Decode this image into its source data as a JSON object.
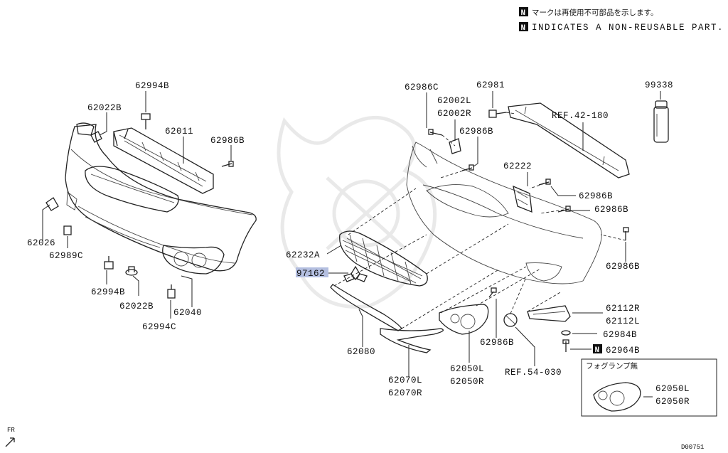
{
  "legend": {
    "badge": "N",
    "japanese_note": "マークは再使用不可部品を示します。",
    "english_note": "INDICATES A NON-REUSABLE PART."
  },
  "part_labels": {
    "p62994B_top": "62994B",
    "p62022B_top": "62022B",
    "p62011": "62011",
    "p62986B_left": "62986B",
    "p62026": "62026",
    "p62989C": "62989C",
    "p62994B_bottom": "62994B",
    "p62022B_bottom": "62022B",
    "p62040": "62040",
    "p62994C": "62994C",
    "p62986C": "62986C",
    "p62981": "62981",
    "p62002L": "62002L",
    "p62002R": "62002R",
    "p62986B_mid": "62986B",
    "ref42": "REF.42-180",
    "p99338": "99338",
    "p62222": "62222",
    "p62986B_r1": "62986B",
    "p62986B_r2": "62986B",
    "p62986B_r3": "62986B",
    "p62232A": "62232A",
    "p97162": "97162",
    "p62112R": "62112R",
    "p62112L": "62112L",
    "p62984B": "62984B",
    "p62964B": "62964B",
    "p62986B_low": "62986B",
    "p62080": "62080",
    "ref54": "REF.54-030",
    "p62070L": "62070L",
    "p62070R": "62070R",
    "p62050L": "62050L",
    "p62050R": "62050R",
    "p62050L_box": "62050L",
    "p62050R_box": "62050R"
  },
  "inset": {
    "title": "フォグランプ無"
  },
  "highlighted_part": "97162",
  "front_marker": "FR",
  "diagram_code": "D00751",
  "colors": {
    "highlight": "#b4bfe0",
    "line": "#222222"
  }
}
